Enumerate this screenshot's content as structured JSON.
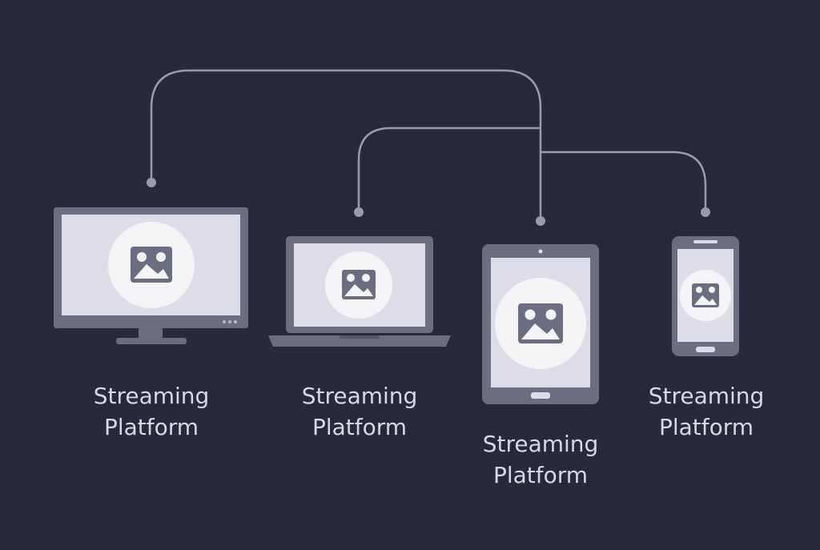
{
  "colors": {
    "background": "#262a3b",
    "connector": "#9a9cab",
    "device_frame": "#6b6d80",
    "screen": "#dcdde6",
    "icon_circle": "#f4f4f7",
    "icon": "#6b6d80",
    "label_text": "#d6d8e2"
  },
  "devices": [
    {
      "type": "monitor",
      "icon": "image-icon",
      "label_line1": "Streaming",
      "label_line2": "Platform"
    },
    {
      "type": "laptop",
      "icon": "image-icon",
      "label_line1": "Streaming",
      "label_line2": "Platform"
    },
    {
      "type": "tablet",
      "icon": "image-icon",
      "label_line1": "Streaming",
      "label_line2": "Platform"
    },
    {
      "type": "phone",
      "icon": "image-icon",
      "label_line1": "Streaming",
      "label_line2": "Platform"
    }
  ]
}
